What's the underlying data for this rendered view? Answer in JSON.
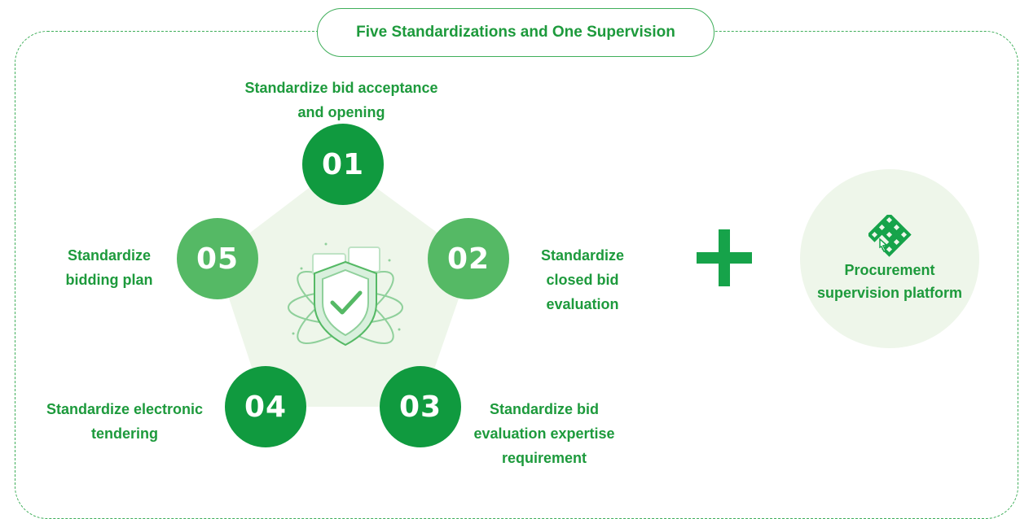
{
  "title": "Five Standardizations and One Supervision",
  "steps": [
    {
      "number": "01",
      "label": "Standardize bid acceptance\nand opening"
    },
    {
      "number": "02",
      "label": "Standardize\nclosed bid\nevaluation"
    },
    {
      "number": "03",
      "label": "Standardize bid\nevaluation expertise\nrequirement"
    },
    {
      "number": "04",
      "label": "Standardize electronic\ntendering"
    },
    {
      "number": "05",
      "label": "Standardize\nbidding plan"
    }
  ],
  "platform": {
    "label": "Procurement\nsupervision platform"
  },
  "icons": {
    "center": "shield-check-icon",
    "plus": "plus-icon",
    "platform": "diamond-grid-icon"
  },
  "colors": {
    "dark_green": "#109a3f",
    "light_green": "#55b965",
    "text_green": "#1d9a3c",
    "pale_green": "#eef6ea"
  }
}
